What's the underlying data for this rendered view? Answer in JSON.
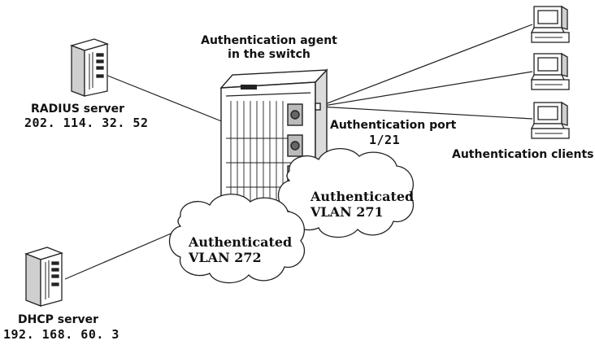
{
  "agent": {
    "line1": "Authentication agent",
    "line2": "in the switch"
  },
  "radius": {
    "label": "RADIUS  server",
    "ip": "202. 114. 32. 52"
  },
  "dhcp": {
    "label": "DHCP server",
    "ip": "192. 168. 60. 3"
  },
  "port": {
    "label": "Authentication port",
    "number": "1/21"
  },
  "clients": {
    "label": "Authentication clients"
  },
  "vlan_271": {
    "line1": "Authenticated",
    "line2": "VLAN 271"
  },
  "vlan_272": {
    "line1": "Authenticated",
    "line2": "VLAN 272"
  },
  "colors": {
    "line": "#222222",
    "fill": "#ffffff",
    "shade": "#d8d8d8"
  }
}
